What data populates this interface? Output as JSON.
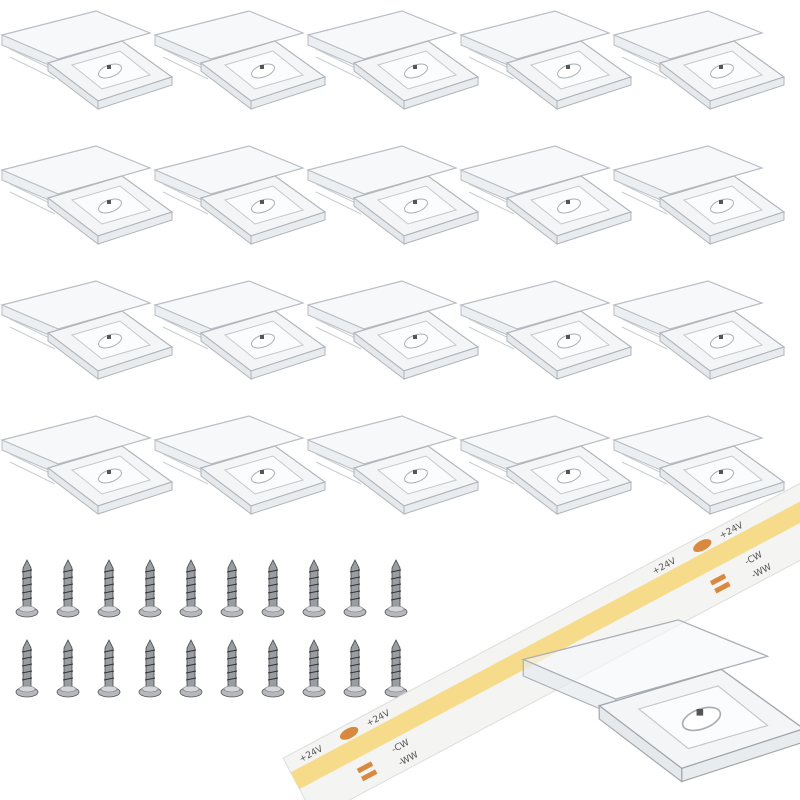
{
  "product": {
    "clip_count": 20,
    "screw_count": 20
  },
  "strip_labels": {
    "positive": "+24V",
    "cw": "-CW",
    "ww": "-WW"
  },
  "colors": {
    "background": "#ffffff",
    "clip_edge": "#b9bec4",
    "clip_fill": "#f3f5f7",
    "strip_base": "#f4f4f2",
    "strip_led": "#f6dc8a",
    "solder_pad": "#d9883f",
    "screw": "#8a8d92"
  }
}
